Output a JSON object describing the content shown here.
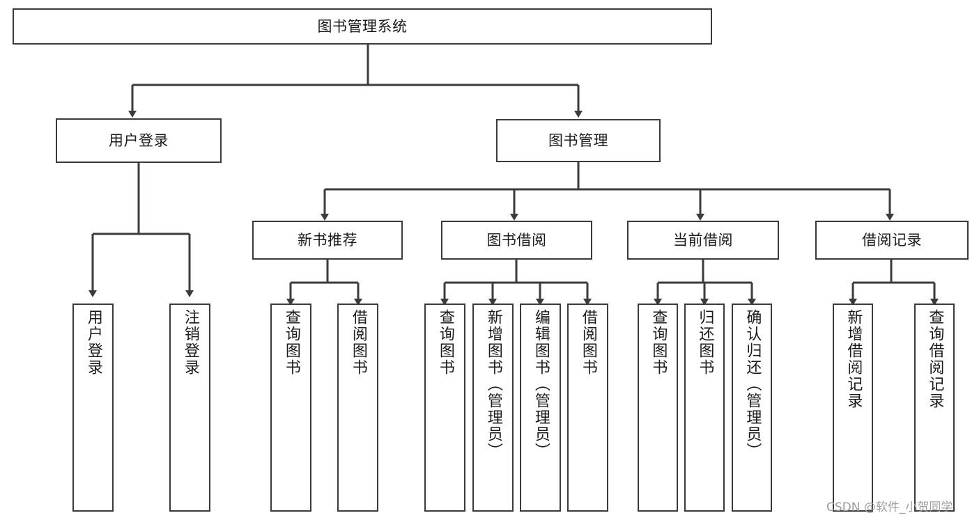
{
  "diagram": {
    "kind": "tree-hierarchy",
    "root": {
      "label": "图书管理系统"
    },
    "level2": [
      {
        "label": "用户登录"
      },
      {
        "label": "图书管理"
      }
    ],
    "level3": [
      {
        "label": "新书推荐"
      },
      {
        "label": "图书借阅"
      },
      {
        "label": "当前借阅"
      },
      {
        "label": "借阅记录"
      }
    ],
    "leaves": {
      "user_login": [
        {
          "label": "用户登录"
        },
        {
          "label": "注销登录"
        }
      ],
      "new_book_recommend": [
        {
          "label": "查询图书"
        },
        {
          "label": "借阅图书"
        }
      ],
      "book_borrow": [
        {
          "label": "查询图书"
        },
        {
          "label": "新增图书（管理员）"
        },
        {
          "label": "编辑图书（管理员）"
        },
        {
          "label": "借阅图书"
        }
      ],
      "current_borrow": [
        {
          "label": "查询图书"
        },
        {
          "label": "归还图书"
        },
        {
          "label": "确认归还（管理员）"
        }
      ],
      "borrow_record": [
        {
          "label": "新增借阅记录"
        },
        {
          "label": "查询借阅记录"
        }
      ]
    }
  },
  "watermark": {
    "text": "CSDN @软件_小贺同学"
  },
  "colors": {
    "box_border": "#3b3b3b",
    "box_fill": "#ffffff",
    "connector": "#3b3b3b",
    "text": "#1b1b1b",
    "watermark": "#9d9d9d",
    "page_background": "#ffffff"
  }
}
